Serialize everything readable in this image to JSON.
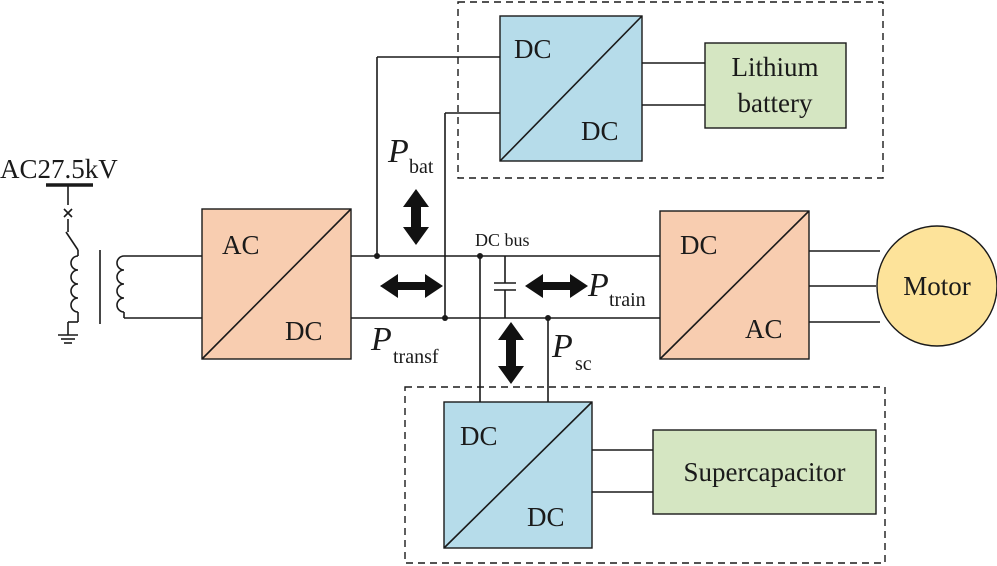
{
  "source": {
    "voltage_label": "AC27.5kV"
  },
  "converters": {
    "ac_dc": {
      "top": "AC",
      "bottom": "DC"
    },
    "dc_dc_battery": {
      "top": "DC",
      "bottom": "DC"
    },
    "dc_ac": {
      "top": "DC",
      "bottom": "AC"
    },
    "dc_dc_sc": {
      "top": "DC",
      "bottom": "DC"
    }
  },
  "storage": {
    "battery_line1": "Lithium",
    "battery_line2": "battery",
    "supercapacitor": "Supercapacitor"
  },
  "load": {
    "motor": "Motor"
  },
  "bus": {
    "label": "DC bus"
  },
  "powers": {
    "p_symbol": "P",
    "bat_sub": "bat",
    "transf_sub": "transf",
    "train_sub": "train",
    "sc_sub": "sc"
  },
  "colors": {
    "converter_ac": "#f8cdb0",
    "converter_dc": "#b6dcea",
    "storage": "#d5e6c2",
    "motor": "#fde39a",
    "line": "#1a1a1a"
  }
}
